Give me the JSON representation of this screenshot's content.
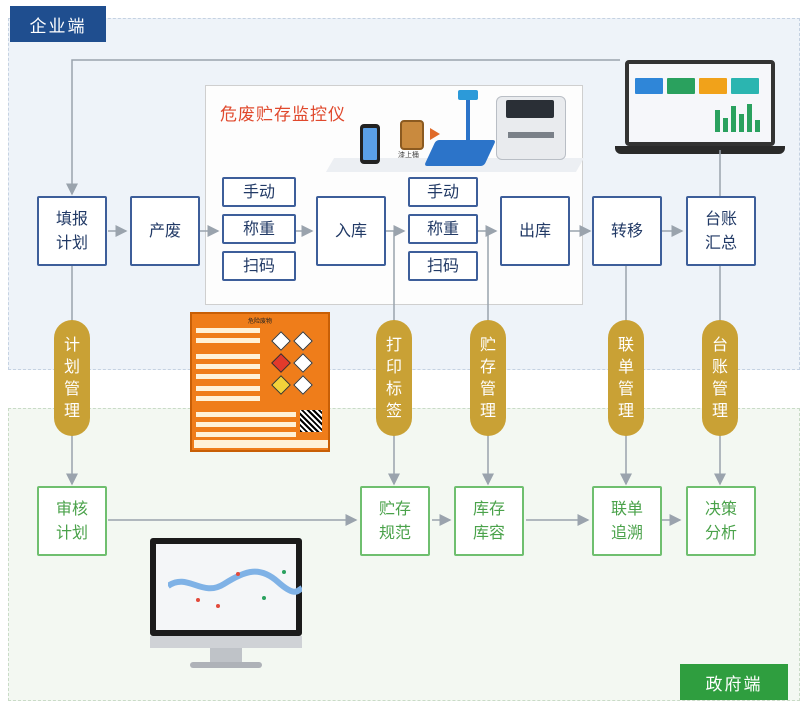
{
  "zones": {
    "enterprise": "企业端",
    "government": "政府端"
  },
  "monitor": {
    "title": "危废贮存监控仪",
    "barrel_caption": "漆上桶"
  },
  "enterprise_nodes": {
    "plan": [
      "填报",
      "计划"
    ],
    "produce": "产废",
    "in_manual": "手动",
    "in_weigh": "称重",
    "in_scan": "扫码",
    "storage_in": "入库",
    "out_manual": "手动",
    "out_weigh": "称重",
    "out_scan": "扫码",
    "storage_out": "出库",
    "transfer": "转移",
    "ledger": [
      "台账",
      "汇总"
    ]
  },
  "pills": {
    "plan_mgmt": [
      "计",
      "划",
      "管",
      "理"
    ],
    "print_label": [
      "打",
      "印",
      "标",
      "签"
    ],
    "storage_mgmt": [
      "贮",
      "存",
      "管",
      "理"
    ],
    "manifest_mgmt": [
      "联",
      "单",
      "管",
      "理"
    ],
    "ledger_mgmt": [
      "台",
      "账",
      "管",
      "理"
    ]
  },
  "government_nodes": {
    "review": [
      "审核",
      "计划"
    ],
    "standard": [
      "贮存",
      "规范"
    ],
    "capacity": [
      "库存",
      "库容"
    ],
    "trace": [
      "联单",
      "追溯"
    ],
    "decision": [
      "决策",
      "分析"
    ]
  },
  "label_card": {
    "title": "危险废物"
  },
  "colors": {
    "enterprise_zone": "#1f4e8f",
    "government_zone": "#2f9e3f",
    "node_border": "#3d5e9a",
    "gov_node_border": "#6fbf6f",
    "pill": "#c9a135",
    "monitor_title": "#e0492d",
    "label_card": "#ef7d1a"
  }
}
